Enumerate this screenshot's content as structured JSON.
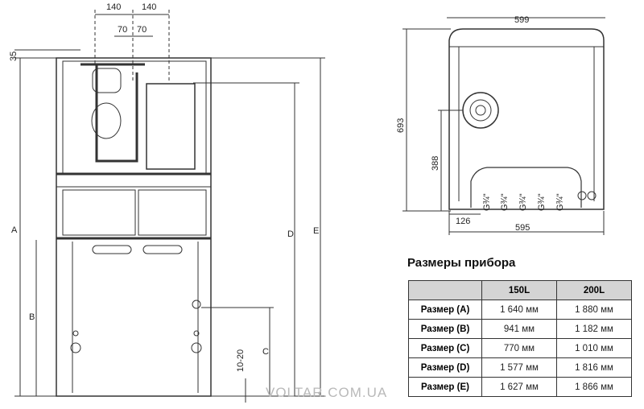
{
  "left_drawing": {
    "labels": {
      "a": "A",
      "b": "B",
      "c": "C",
      "d": "D",
      "e": "E",
      "gap": "10-20",
      "top": "35",
      "w140a": "140",
      "w140b": "140",
      "w70a": "70",
      "w70b": "70"
    }
  },
  "right_drawing": {
    "labels": {
      "width_top": "599",
      "height": "693",
      "height_conn": "388",
      "offset": "126",
      "width_bottom": "595"
    },
    "connections": [
      "G¾\"",
      "G¾\"",
      "G¾\"",
      "G¾\"",
      "G¾\""
    ]
  },
  "table": {
    "title": "Размеры прибора",
    "headers": [
      "",
      "150L",
      "200L"
    ],
    "rows": [
      [
        "Размер (A)",
        "1 640 мм",
        "1 880 мм"
      ],
      [
        "Размер (B)",
        "941 мм",
        "1 182 мм"
      ],
      [
        "Размер (C)",
        "770 мм",
        "1 010 мм"
      ],
      [
        "Размер (D)",
        "1 577 мм",
        "1 816 мм"
      ],
      [
        "Размер (E)",
        "1 627 мм",
        "1 866 мм"
      ]
    ]
  },
  "watermark": "VOLTAR.COM.UA"
}
